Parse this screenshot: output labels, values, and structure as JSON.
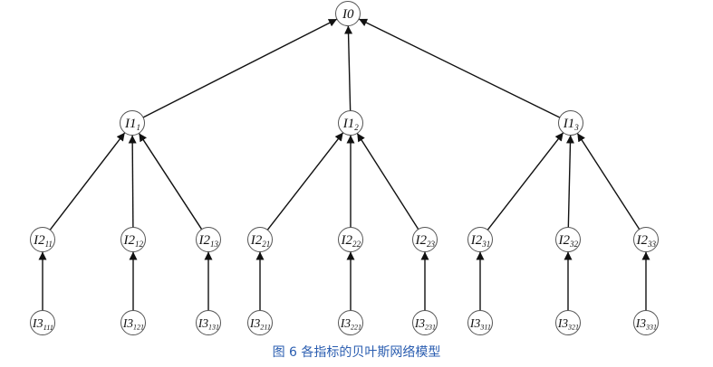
{
  "caption": "图 6 各指标的贝叶斯网络模型",
  "diagram": {
    "nodes": [
      {
        "id": "I0",
        "main": "I0",
        "sub": ""
      },
      {
        "id": "I1_1",
        "main": "I1",
        "sub": "1"
      },
      {
        "id": "I1_2",
        "main": "I1",
        "sub": "2"
      },
      {
        "id": "I1_3",
        "main": "I1",
        "sub": "3"
      },
      {
        "id": "I2_11",
        "main": "I2",
        "sub": "11"
      },
      {
        "id": "I2_12",
        "main": "I2",
        "sub": "12"
      },
      {
        "id": "I2_13",
        "main": "I2",
        "sub": "13"
      },
      {
        "id": "I2_21",
        "main": "I2",
        "sub": "21"
      },
      {
        "id": "I2_22",
        "main": "I2",
        "sub": "22"
      },
      {
        "id": "I2_23",
        "main": "I2",
        "sub": "23"
      },
      {
        "id": "I2_31",
        "main": "I2",
        "sub": "31"
      },
      {
        "id": "I2_32",
        "main": "I2",
        "sub": "32"
      },
      {
        "id": "I2_33",
        "main": "I2",
        "sub": "33"
      },
      {
        "id": "I3_111",
        "main": "I3",
        "sub": "111"
      },
      {
        "id": "I3_121",
        "main": "I3",
        "sub": "121"
      },
      {
        "id": "I3_131",
        "main": "I3",
        "sub": "131"
      },
      {
        "id": "I3_211",
        "main": "I3",
        "sub": "211"
      },
      {
        "id": "I3_221",
        "main": "I3",
        "sub": "221"
      },
      {
        "id": "I3_231",
        "main": "I3",
        "sub": "231"
      },
      {
        "id": "I3_311",
        "main": "I3",
        "sub": "311"
      },
      {
        "id": "I3_321",
        "main": "I3",
        "sub": "321"
      },
      {
        "id": "I3_331",
        "main": "I3",
        "sub": "331"
      }
    ],
    "edges": [
      [
        "I1_1",
        "I0"
      ],
      [
        "I1_2",
        "I0"
      ],
      [
        "I1_3",
        "I0"
      ],
      [
        "I2_11",
        "I1_1"
      ],
      [
        "I2_12",
        "I1_1"
      ],
      [
        "I2_13",
        "I1_1"
      ],
      [
        "I2_21",
        "I1_2"
      ],
      [
        "I2_22",
        "I1_2"
      ],
      [
        "I2_23",
        "I1_2"
      ],
      [
        "I2_31",
        "I1_3"
      ],
      [
        "I2_32",
        "I1_3"
      ],
      [
        "I2_33",
        "I1_3"
      ],
      [
        "I3_111",
        "I2_11"
      ],
      [
        "I3_121",
        "I2_12"
      ],
      [
        "I3_131",
        "I2_13"
      ],
      [
        "I3_211",
        "I2_21"
      ],
      [
        "I3_221",
        "I2_22"
      ],
      [
        "I3_231",
        "I2_23"
      ],
      [
        "I3_311",
        "I2_31"
      ],
      [
        "I3_321",
        "I2_32"
      ],
      [
        "I3_331",
        "I2_33"
      ]
    ]
  }
}
